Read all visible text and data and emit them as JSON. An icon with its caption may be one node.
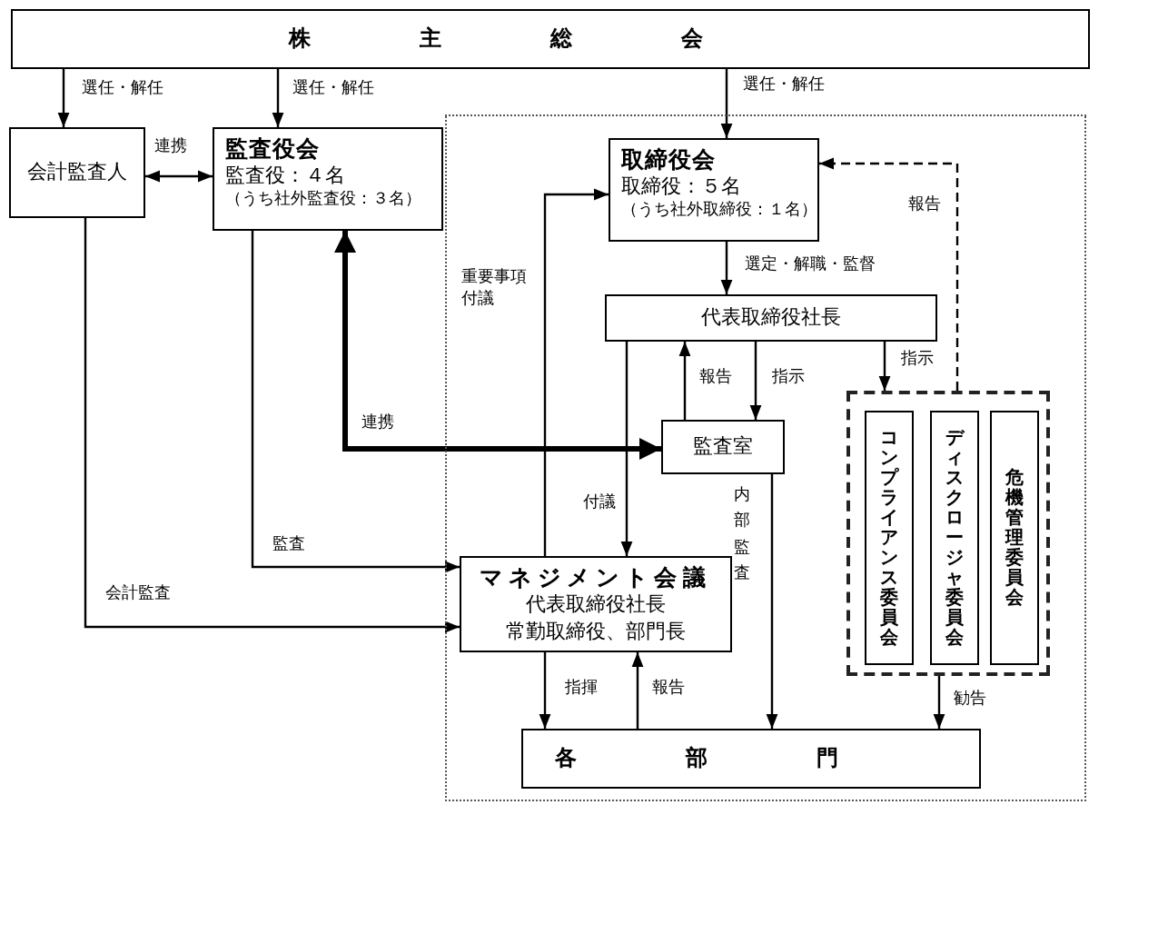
{
  "diagram": {
    "nodes": [
      {
        "text": [
          "株主総会"
        ]
      },
      {
        "text": [
          "会計監査人"
        ]
      },
      {
        "text": [
          "監査役会",
          "監査役：４名",
          "（うち社外監査役：３名）"
        ]
      },
      {
        "text": [],
        "shape": "box"
      },
      {
        "text": [
          "取締役会",
          "取締役：５名",
          "（うち社外取締役：１名）"
        ],
        "in": 3
      },
      {
        "text": [
          "代表取締役社長"
        ],
        "in": 3
      },
      {
        "text": [
          "監査室"
        ],
        "in": 3
      },
      {
        "text": [],
        "shape": "box",
        "in": 3
      },
      {
        "text": [
          "コンプライアンス委員会"
        ],
        "in": 7
      },
      {
        "text": [
          "ディスクロージャ委員会"
        ],
        "in": 7
      },
      {
        "text": [
          "危機管理委員会"
        ],
        "in": 7
      },
      {
        "text": [
          "マネジメント会議",
          "代表取締役社長",
          "常勤取締役、部門長"
        ],
        "in": 3
      },
      {
        "text": [
          "各部門"
        ],
        "in": 3
      }
    ],
    "edges": [
      {
        "from": 0,
        "to": 1,
        "arrow": "to",
        "label": "選任・解任"
      },
      {
        "from": 0,
        "to": 2,
        "arrow": "to",
        "label": "選任・解任"
      },
      {
        "from": 0,
        "to": 4,
        "arrow": "to",
        "label": "選任・解任"
      },
      {
        "from": 1,
        "to": 2,
        "arrow": "both",
        "label": "連携"
      },
      {
        "from": 2,
        "to": 6,
        "arrow": "both",
        "label": "連携",
        "style": "thick"
      },
      {
        "from": 11,
        "to": 4,
        "arrow": "to",
        "label": "重要事項付議"
      },
      {
        "from": 4,
        "to": 5,
        "arrow": "to",
        "label": "選定・解職・監督"
      },
      {
        "from": 5,
        "to": 6,
        "arrow": "to",
        "label": "指示"
      },
      {
        "from": 6,
        "to": 5,
        "arrow": "to",
        "label": "報告"
      },
      {
        "from": 5,
        "to": 11,
        "arrow": "to",
        "label": "付議"
      },
      {
        "from": 5,
        "to": 7,
        "arrow": "to",
        "label": "指示"
      },
      {
        "from": 7,
        "to": 4,
        "arrow": "to",
        "label": "報告",
        "style": "dashed"
      },
      {
        "from": 2,
        "to": 11,
        "arrow": "to",
        "label": "監査"
      },
      {
        "from": 1,
        "to": 11,
        "arrow": "to",
        "label": "会計監査"
      },
      {
        "from": 6,
        "to": 12,
        "arrow": "to",
        "label": "内部監査"
      },
      {
        "from": 11,
        "to": 12,
        "arrow": "to",
        "label": "指揮"
      },
      {
        "from": 12,
        "to": 11,
        "arrow": "to",
        "label": "報告"
      },
      {
        "from": 7,
        "to": 12,
        "arrow": "to",
        "label": "勧告"
      }
    ]
  }
}
